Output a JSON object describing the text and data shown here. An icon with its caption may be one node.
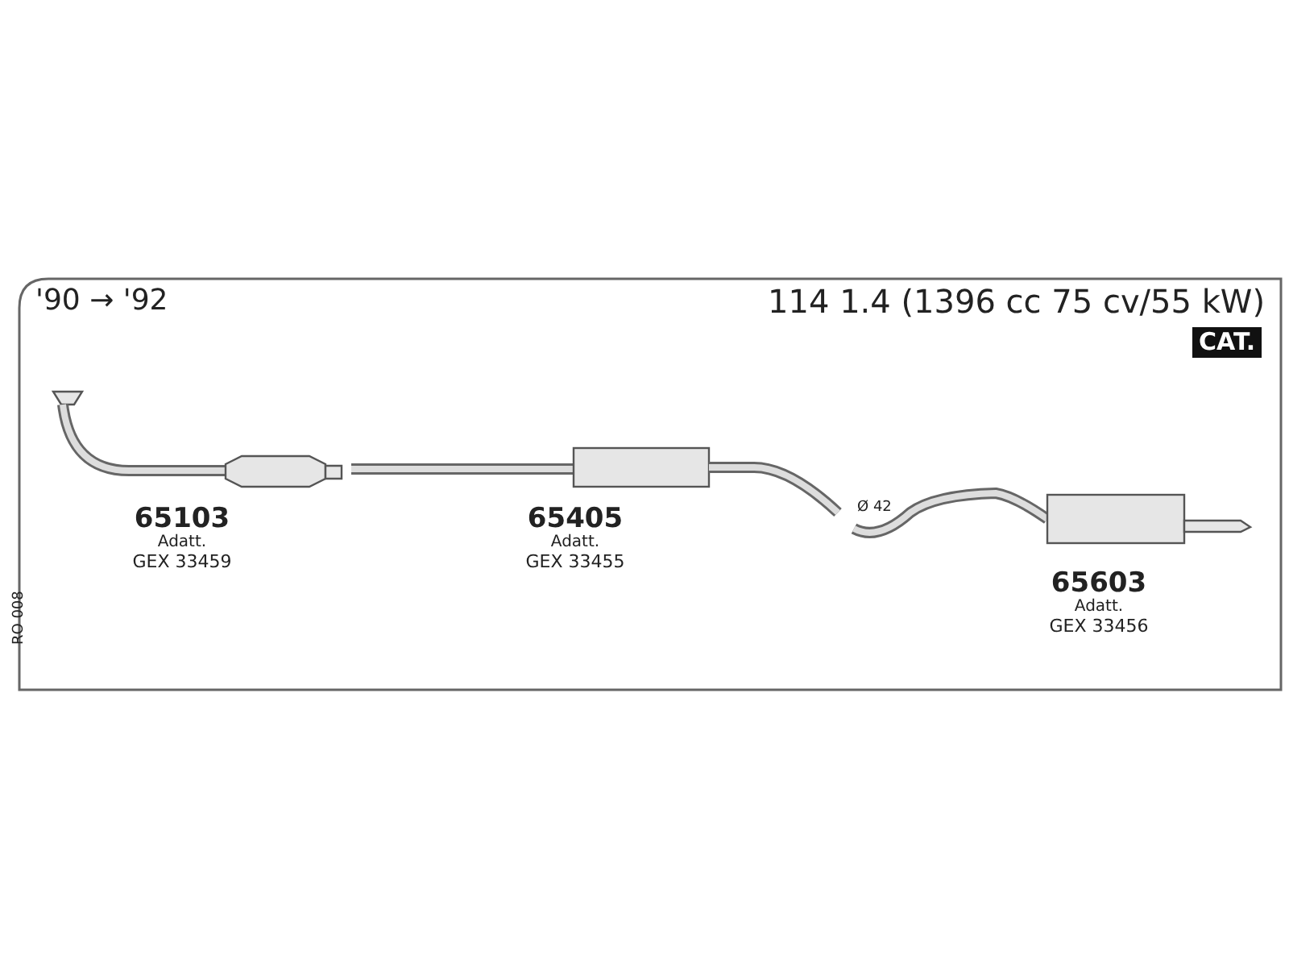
{
  "diagram": {
    "title": "114 1.4 (1396 cc 75 cv/55 kW)",
    "labels": [
      "'90 → '92",
      "CAT.",
      "65103",
      "Adatt.",
      "GEX 33459",
      "65405",
      "Adatt.",
      "GEX 33455",
      "Ø 42",
      "65603",
      "Adatt.",
      "GEX 33456",
      "RO 008"
    ]
  }
}
